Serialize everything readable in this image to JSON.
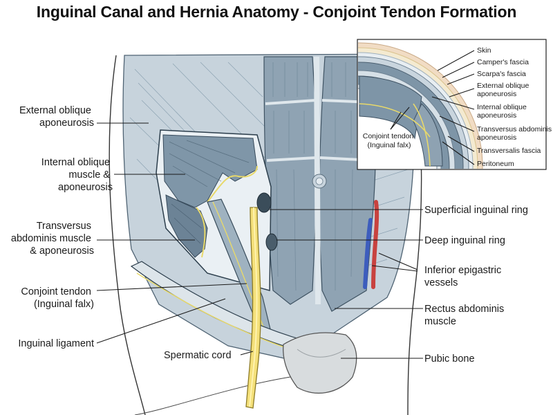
{
  "title": "Inguinal Canal and Hernia Anatomy - Conjoint Tendon Formation",
  "labels_left": {
    "external_oblique": [
      "External oblique",
      "aponeurosis"
    ],
    "internal_oblique": [
      "Internal oblique",
      "muscle &",
      "aponeurosis"
    ],
    "transversus": [
      "Transversus",
      "abdominis muscle",
      "& aponeurosis"
    ],
    "conjoint_tendon": [
      "Conjoint tendon",
      "(Inguinal falx)"
    ],
    "inguinal_ligament": [
      "Inguinal ligament"
    ]
  },
  "labels_bottom": {
    "spermatic_cord": "Spermatic cord"
  },
  "labels_right": {
    "superficial_ring": [
      "Superficial inguinal ring"
    ],
    "deep_ring": [
      "Deep inguinal ring"
    ],
    "epigastric": [
      "Inferior epigastric",
      "vessels"
    ],
    "rectus": [
      "Rectus abdominis",
      "muscle"
    ],
    "pubic": [
      "Pubic bone"
    ]
  },
  "inset": {
    "layers": [
      "Skin",
      "Camper's fascia",
      "Scarpa's fascia",
      "External oblique aponeurosis",
      "Internal oblique aponeurosis",
      "Transversus abdominis aponeurosis",
      "Transversalis fascia",
      "Peritoneum"
    ],
    "conjoint": [
      "Conjoint tendon",
      "(Inguinal falx)"
    ]
  }
}
